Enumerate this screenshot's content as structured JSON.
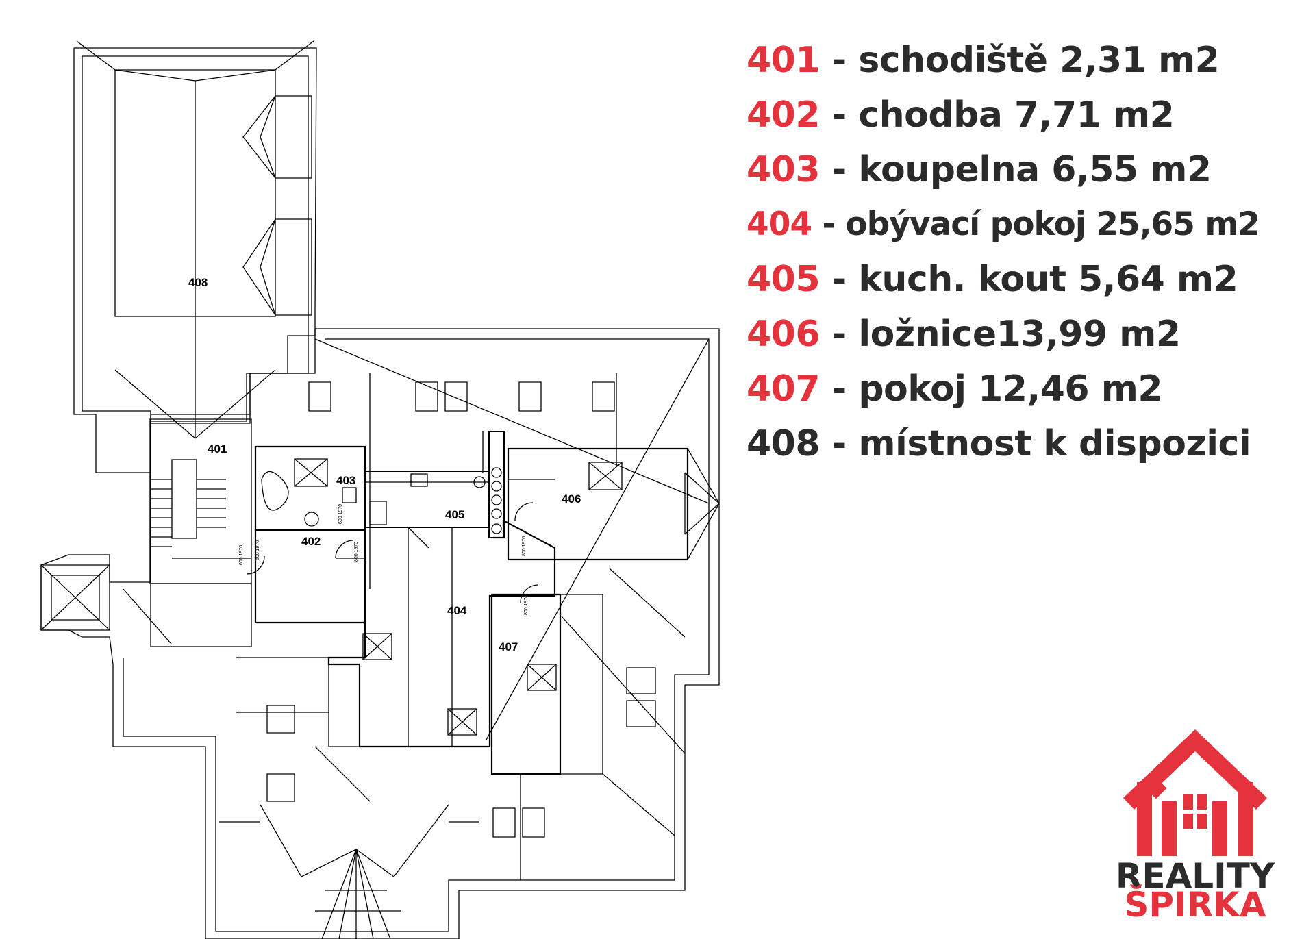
{
  "legend": {
    "items": [
      {
        "number": "401",
        "text": " - schodiště 2,31 m2",
        "highlight": true
      },
      {
        "number": "402",
        "text": " - chodba 7,71 m2",
        "highlight": true
      },
      {
        "number": "403",
        "text": " - koupelna 6,55 m2",
        "highlight": true
      },
      {
        "number": "404",
        "text": " - obývací pokoj 25,65 m2",
        "highlight": true
      },
      {
        "number": "405",
        "text": " - kuch. kout 5,64 m2",
        "highlight": true
      },
      {
        "number": "406",
        "text": " - ložnice13,99 m2",
        "highlight": true
      },
      {
        "number": "407",
        "text": " - pokoj 12,46 m2",
        "highlight": true
      },
      {
        "number": "408",
        "text": " - místnost k dispozici",
        "highlight": false
      }
    ]
  },
  "plan": {
    "rooms": {
      "r401": "401",
      "r402": "402",
      "r403": "403",
      "r404": "404",
      "r405": "405",
      "r406": "406",
      "r407": "407",
      "r408": "408"
    },
    "door_labels": {
      "d1": "600 1970",
      "d2": "800 1970",
      "d3": "600 1970",
      "d4": "800 1970",
      "d5": "800 1970",
      "d6": "600 1970"
    }
  },
  "logo": {
    "line1": "REALITY",
    "line2": "ŠPIRKA",
    "colors": {
      "brand_red": "#e4333c",
      "dark": "#2b2b2b"
    }
  },
  "colors": {
    "accent": "#e4333c",
    "text": "#2b2b2b",
    "plan_lines": "#000000"
  }
}
